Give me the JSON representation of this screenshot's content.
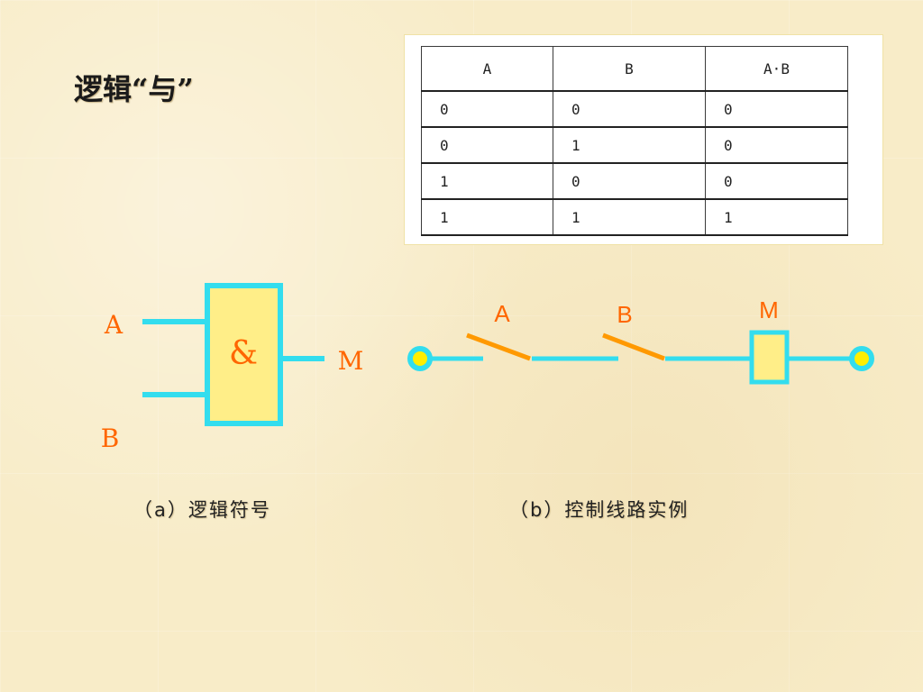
{
  "title": "逻辑“与”",
  "truth_table": {
    "headers": [
      "A",
      "B",
      "A·B"
    ],
    "rows": [
      [
        "0",
        "0",
        "0"
      ],
      [
        "0",
        "1",
        "0"
      ],
      [
        "1",
        "0",
        "0"
      ],
      [
        "1",
        "1",
        "1"
      ]
    ]
  },
  "gate": {
    "symbol": "&",
    "input_a": "A",
    "input_b": "B",
    "output": "M"
  },
  "circuit": {
    "switch_a": "A",
    "switch_b": "B",
    "load": "M"
  },
  "captions": {
    "a": "（a）逻辑符号",
    "b": "（b）控制线路实例"
  },
  "colors": {
    "wire": "#33ddee",
    "gate_fill": "#ffee88",
    "switch_blade": "#ff9900",
    "terminal_dot": "#ffee00",
    "label_orange": "#ff6600"
  }
}
